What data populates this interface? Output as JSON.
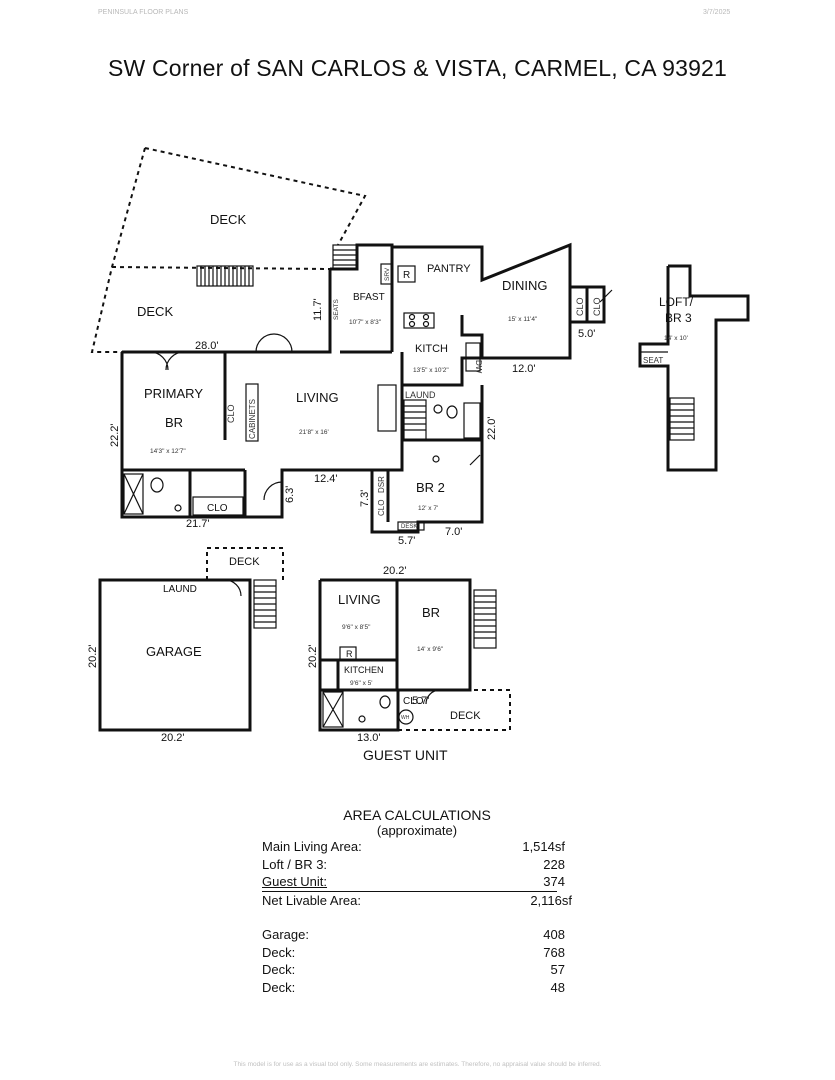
{
  "header": {
    "brand": "PENINSULA FLOOR PLANS",
    "date": "3/7/2025"
  },
  "title": "SW Corner of SAN CARLOS & VISTA, CARMEL, CA  93921",
  "rooms": {
    "deck_upper": "DECK",
    "deck_lower": "DECK",
    "bfast": "BFAST",
    "bfast_dim": "10'7\" x 8'3\"",
    "seats": "SEATS",
    "pantry": "PANTRY",
    "dining": "DINING",
    "dining_dim": "15' x 11'4\"",
    "kitch": "KITCH",
    "kitch_dim": "13'5\" x 10'2\"",
    "dw": "DW",
    "laund": "LAUND",
    "living": "LIVING",
    "living_dim": "21'8\" x 16'",
    "primary1": "PRIMARY",
    "primary2": "BR",
    "primary_dim": "14'3\" x 12'7\"",
    "cabinets": "CABINETS",
    "clo": "CLO",
    "br2": "BR 2",
    "br2_dim": "12' x 7'",
    "dsr": "DSR",
    "desk": "DESK",
    "srv": "SRV",
    "r": "R",
    "loft1": "LOFT/",
    "loft2": "BR 3",
    "loft_dim": "14' x 10'",
    "seat": "SEAT",
    "garage": "GARAGE",
    "garage_laund": "LAUND",
    "garage_deck": "DECK",
    "guest_living": "LIVING",
    "guest_living_dim": "9'6\" x 8'5\"",
    "guest_br": "BR",
    "guest_br_dim": "14' x 9'6\"",
    "guest_kitchen": "KITCHEN",
    "guest_kitchen_dim": "9'6\" x 5'",
    "guest_deck": "DECK",
    "wh": "WH",
    "guest_unit": "GUEST UNIT"
  },
  "measurements": {
    "m_280": "28.0'",
    "m_117": "11.7'",
    "m_222": "22.2'",
    "m_217": "21.7'",
    "m_124": "12.4'",
    "m_63": "6.3'",
    "m_73": "7.3'",
    "m_57": "5.7'",
    "m_70": "7.0'",
    "m_220": "22.0'",
    "m_120": "12.0'",
    "m_50": "5.0'",
    "g_202_left": "20.2'",
    "g_202_bottom": "20.2'",
    "u_202_top": "20.2'",
    "u_202_left": "20.2'",
    "u_130": "13.0'",
    "u_57": "5.7'"
  },
  "area": {
    "heading": "AREA CALCULATIONS",
    "sub": "(approximate)",
    "rows": [
      {
        "label": "Main Living Area:",
        "value": "1,514sf"
      },
      {
        "label": "Loft / BR 3:",
        "value": "228"
      },
      {
        "label": "Guest Unit:",
        "value": "374"
      },
      {
        "label": "Net Livable Area:",
        "value": "2,116sf"
      },
      {
        "label": "Garage:",
        "value": "408"
      },
      {
        "label": "Deck:",
        "value": "768"
      },
      {
        "label": "Deck:",
        "value": "57"
      },
      {
        "label": "Deck:",
        "value": "48"
      }
    ]
  },
  "footer": "This model is for use as a visual tool only. Some measurements are estimates. Therefore, no appraisal value should be inferred."
}
